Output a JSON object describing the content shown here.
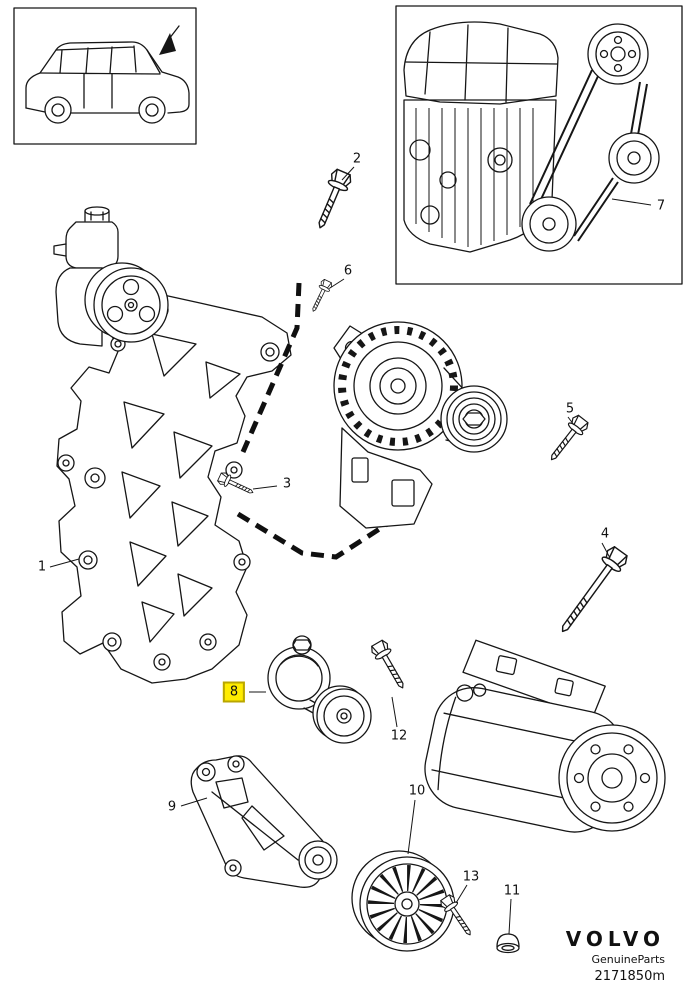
{
  "branding": {
    "logo": "VOLVO",
    "subtitle": "GenuineParts",
    "part_number": "2171850m"
  },
  "callouts": {
    "c1": "1",
    "c2": "2",
    "c3": "3",
    "c4": "4",
    "c5": "5",
    "c6": "6",
    "c7": "7",
    "c8": "8",
    "c9": "9",
    "c10": "10",
    "c11": "11",
    "c12": "12",
    "c13": "13"
  },
  "highlight": {
    "selected_callout": "8",
    "fill": "#FFEC00",
    "border": "#B9A600"
  },
  "artwork": {
    "line_color": "#161616",
    "background": "#FFFFFF"
  }
}
